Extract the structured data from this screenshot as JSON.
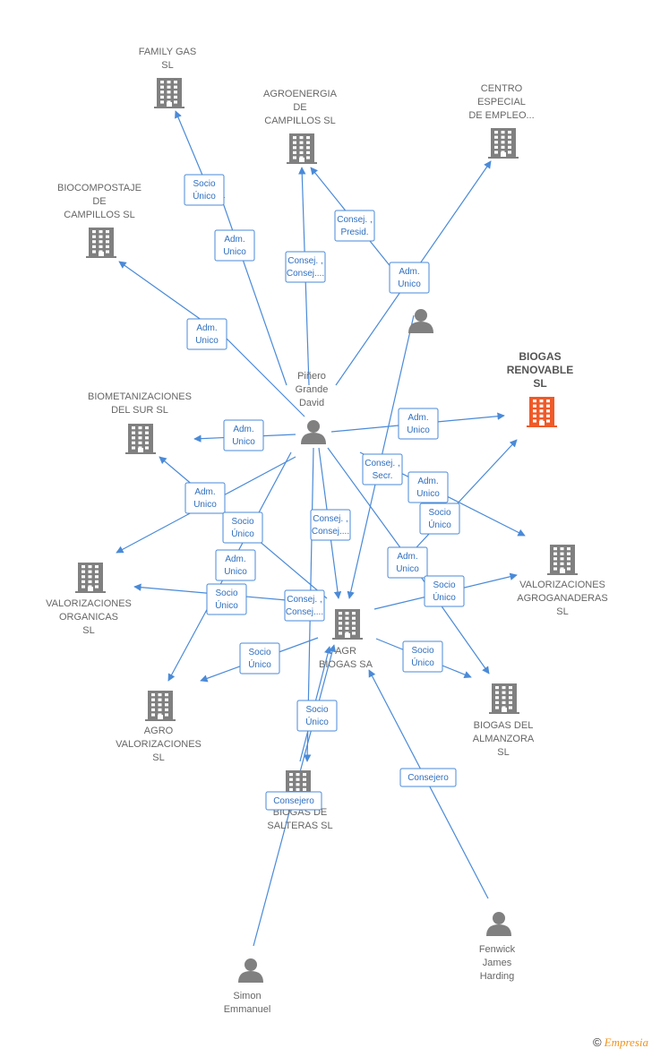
{
  "colors": {
    "edge": "#4a8ad8",
    "node": "#808080",
    "focus": "#f05a28",
    "label": "#666666"
  },
  "footer": {
    "copyright": "©",
    "brand": "Empresia"
  },
  "nodes": [
    {
      "id": "family_gas",
      "type": "company",
      "label": [
        "FAMILY GAS",
        "SL"
      ]
    },
    {
      "id": "agroenergia",
      "type": "company",
      "label": [
        "AGROENERGIA",
        "DE",
        "CAMPILLOS SL"
      ]
    },
    {
      "id": "centro",
      "type": "company",
      "label": [
        "CENTRO",
        "ESPECIAL",
        "DE EMPLEO..."
      ]
    },
    {
      "id": "biocompostaje",
      "type": "company",
      "label": [
        "BIOCOMPOSTAJE",
        "DE",
        "CAMPILLOS  SL"
      ]
    },
    {
      "id": "person_top",
      "type": "person",
      "label": [
        "",
        "",
        ""
      ]
    },
    {
      "id": "pinero",
      "type": "person",
      "label": [
        "Piñero",
        "Grande",
        "David"
      ]
    },
    {
      "id": "biogas_renovable",
      "type": "company",
      "focus": true,
      "label": [
        "BIOGAS",
        "RENOVABLE",
        "SL"
      ]
    },
    {
      "id": "biometanizaciones",
      "type": "company",
      "label": [
        "BIOMETANIZACIONES",
        "DEL SUR  SL"
      ]
    },
    {
      "id": "valorizaciones_org",
      "type": "company",
      "label": [
        "VALORIZACIONES",
        "ORGANICAS",
        "SL"
      ]
    },
    {
      "id": "valorizaciones_agro",
      "type": "company",
      "label": [
        "VALORIZACIONES",
        "AGROGANADERAS",
        "SL"
      ]
    },
    {
      "id": "agr_biogas",
      "type": "company",
      "label": [
        "AGR",
        "BIOGAS SA"
      ]
    },
    {
      "id": "agro_valorizaciones",
      "type": "company",
      "label": [
        "AGRO",
        "VALORIZACIONES",
        "SL"
      ]
    },
    {
      "id": "biogas_almanzora",
      "type": "company",
      "label": [
        "BIOGAS DEL",
        "ALMANZORA",
        "SL"
      ]
    },
    {
      "id": "biogas_salteras",
      "type": "company",
      "label": [
        "BIOGAS DE",
        "SALTERAS  SL"
      ]
    },
    {
      "id": "simon",
      "type": "person",
      "label": [
        "Simon",
        "Emmanuel"
      ]
    },
    {
      "id": "fenwick",
      "type": "person",
      "label": [
        "Fenwick",
        "James",
        "Harding"
      ]
    }
  ],
  "edges": [
    {
      "label": [
        "Socio",
        "Único"
      ]
    },
    {
      "label": [
        "Adm.",
        "Unico"
      ]
    },
    {
      "label": [
        "Consej. ,",
        "Consej...."
      ]
    },
    {
      "label": [
        "Consej. ,",
        "Presid."
      ]
    },
    {
      "label": [
        "Adm.",
        "Unico"
      ]
    },
    {
      "label": [
        "Adm.",
        "Unico"
      ]
    },
    {
      "label": [
        "Adm.",
        "Unico"
      ]
    },
    {
      "label": [
        "Adm.",
        "Unico"
      ]
    },
    {
      "label": [
        "Consej. ,",
        "Secr."
      ]
    },
    {
      "label": [
        "Adm.",
        "Unico"
      ]
    },
    {
      "label": [
        "Socio",
        "Único"
      ]
    },
    {
      "label": [
        "Adm.",
        "Unico"
      ]
    },
    {
      "label": [
        "Socio",
        "Único"
      ]
    },
    {
      "label": [
        "Consej. ,",
        "Consej...."
      ]
    },
    {
      "label": [
        "Adm.",
        "Unico"
      ]
    },
    {
      "label": [
        "Adm.",
        "Unico"
      ]
    },
    {
      "label": [
        "Socio",
        "Único"
      ]
    },
    {
      "label": [
        "Consej. ,",
        "Consej...."
      ]
    },
    {
      "label": [
        "Socio",
        "Único"
      ]
    },
    {
      "label": [
        "Socio",
        "Único"
      ]
    },
    {
      "label": [
        "Socio",
        "Único"
      ]
    },
    {
      "label": [
        "Socio",
        "Único"
      ]
    },
    {
      "label": [
        "Consejero"
      ]
    },
    {
      "label": [
        "Consejero"
      ]
    }
  ]
}
